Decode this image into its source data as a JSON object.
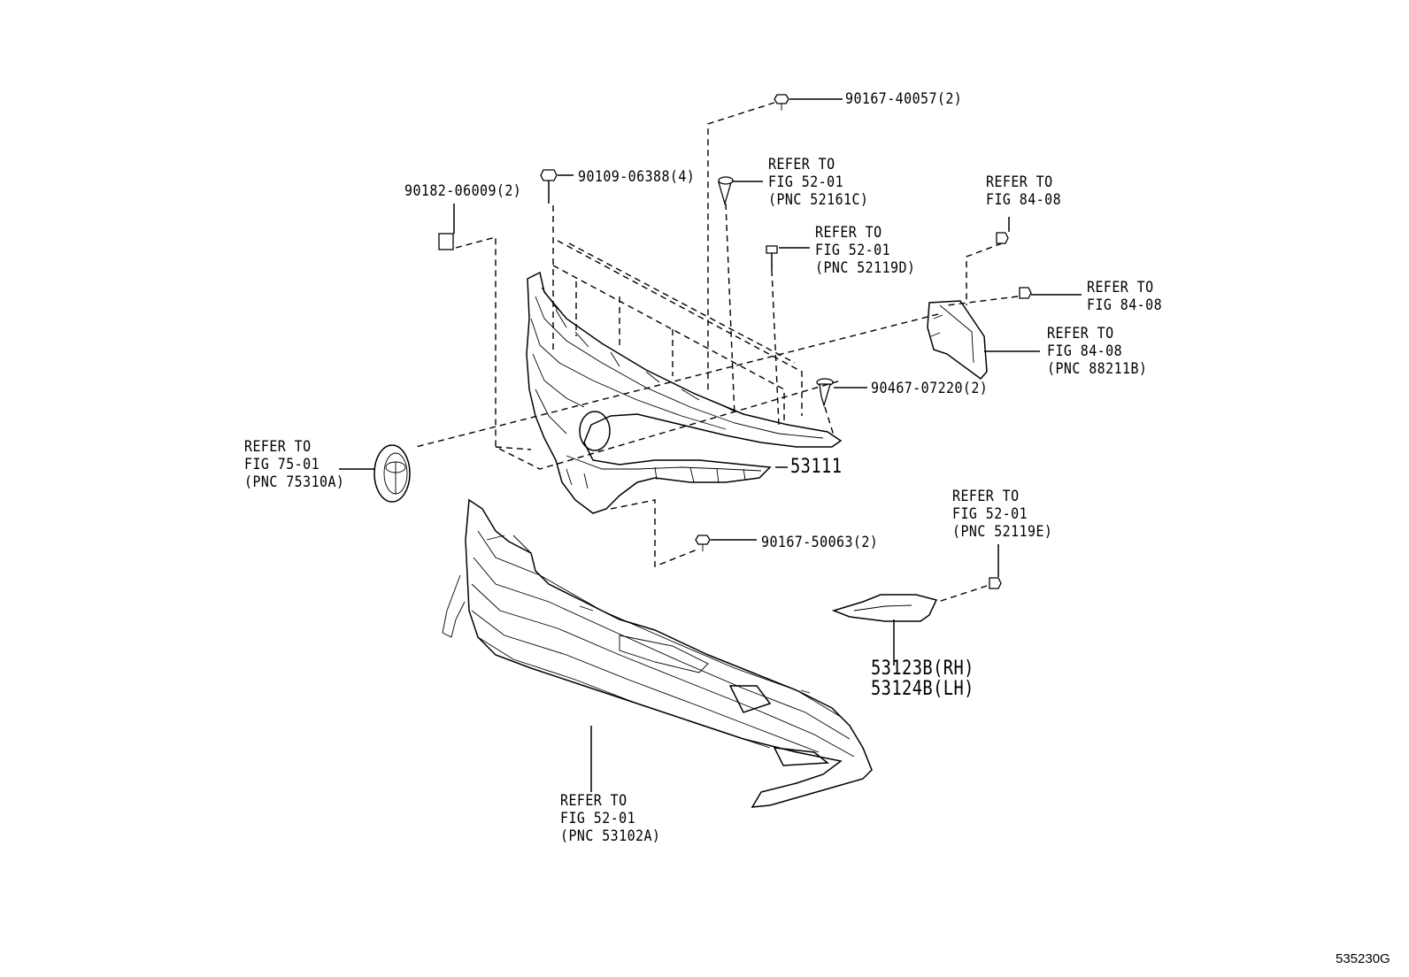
{
  "labels": {
    "bolt_top": "90167-40057(2)",
    "bolt_grille_top": "90109-06388(4)",
    "nut_left": "90182-06009(2)",
    "refer_52161c": [
      "REFER TO",
      "FIG 52-01",
      "(PNC 52161C)"
    ],
    "refer_52119d": [
      "REFER TO",
      "FIG 52-01",
      "(PNC 52119D)"
    ],
    "refer_84_08_a": [
      "REFER TO",
      "FIG 84-08"
    ],
    "refer_84_08_b": [
      "REFER TO",
      "FIG 84-08"
    ],
    "refer_88211b": [
      "REFER TO",
      "FIG 84-08",
      "(PNC 88211B)"
    ],
    "clip": "90467-07220(2)",
    "grille": "53111",
    "refer_75310a": [
      "REFER TO",
      "FIG 75-01",
      "(PNC 75310A)"
    ],
    "bolt_bottom": "90167-50063(2)",
    "refer_52119e": [
      "REFER TO",
      "FIG 52-01",
      "(PNC 52119E)"
    ],
    "cover_rh": "53123B(RH)",
    "cover_lh": "53124B(LH)",
    "refer_53102a": [
      "REFER TO",
      "FIG 52-01",
      "(PNC 53102A)"
    ],
    "diagram_code": "535230G"
  }
}
